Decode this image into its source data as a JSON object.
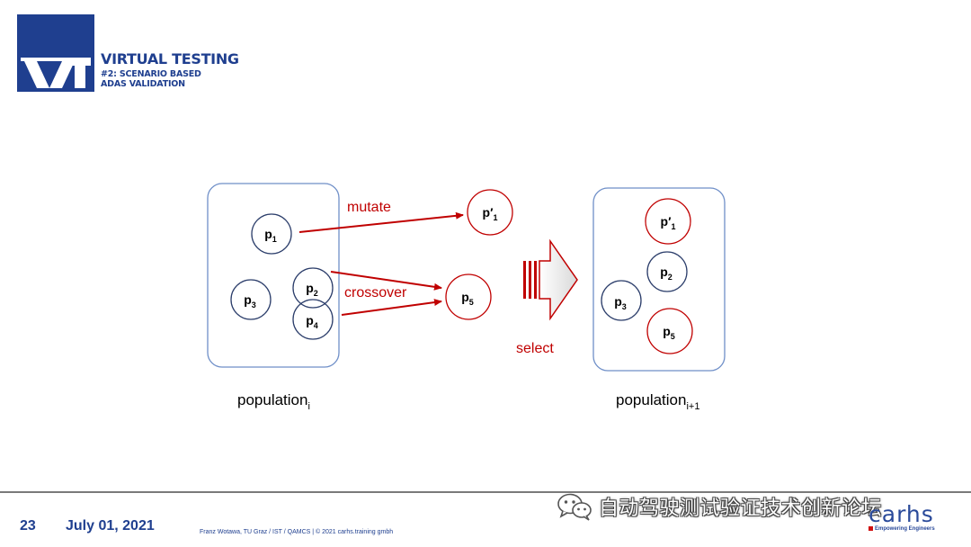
{
  "header": {
    "logo_letters": "VT",
    "title": "VIRTUAL TESTING",
    "subtitle_line1": "#2: SCENARIO BASED",
    "subtitle_line2": "ADAS VALIDATION"
  },
  "diagram": {
    "left_population": {
      "label": "population",
      "label_sub": "i",
      "members": [
        {
          "name": "p",
          "sub": "1",
          "prime": ""
        },
        {
          "name": "p",
          "sub": "2",
          "prime": ""
        },
        {
          "name": "p",
          "sub": "3",
          "prime": ""
        },
        {
          "name": "p",
          "sub": "4",
          "prime": ""
        }
      ]
    },
    "offspring": [
      {
        "name": "p",
        "sub": "1",
        "prime": "′"
      },
      {
        "name": "p",
        "sub": "5",
        "prime": ""
      }
    ],
    "operations": {
      "mutate": "mutate",
      "crossover": "crossover",
      "select": "select"
    },
    "right_population": {
      "label": "population",
      "label_sub": "i+1",
      "members": [
        {
          "name": "p",
          "sub": "1",
          "prime": "′"
        },
        {
          "name": "p",
          "sub": "2",
          "prime": ""
        },
        {
          "name": "p",
          "sub": "3",
          "prime": ""
        },
        {
          "name": "p",
          "sub": "5",
          "prime": ""
        }
      ]
    },
    "colors": {
      "box_border": "#6f8fc8",
      "circle_dark": "#2c3e6b",
      "accent_red": "#c00000"
    }
  },
  "footer": {
    "page_number": "23",
    "date": "July 01, 2021",
    "credits": "Franz Wotawa, TU Graz / IST / QAMCS | © 2021 carhs.training gmbh",
    "watermark": "自动驾驶测试验证技术创新论坛",
    "brand": "carhs",
    "brand_tagline": "Empowering Engineers"
  }
}
